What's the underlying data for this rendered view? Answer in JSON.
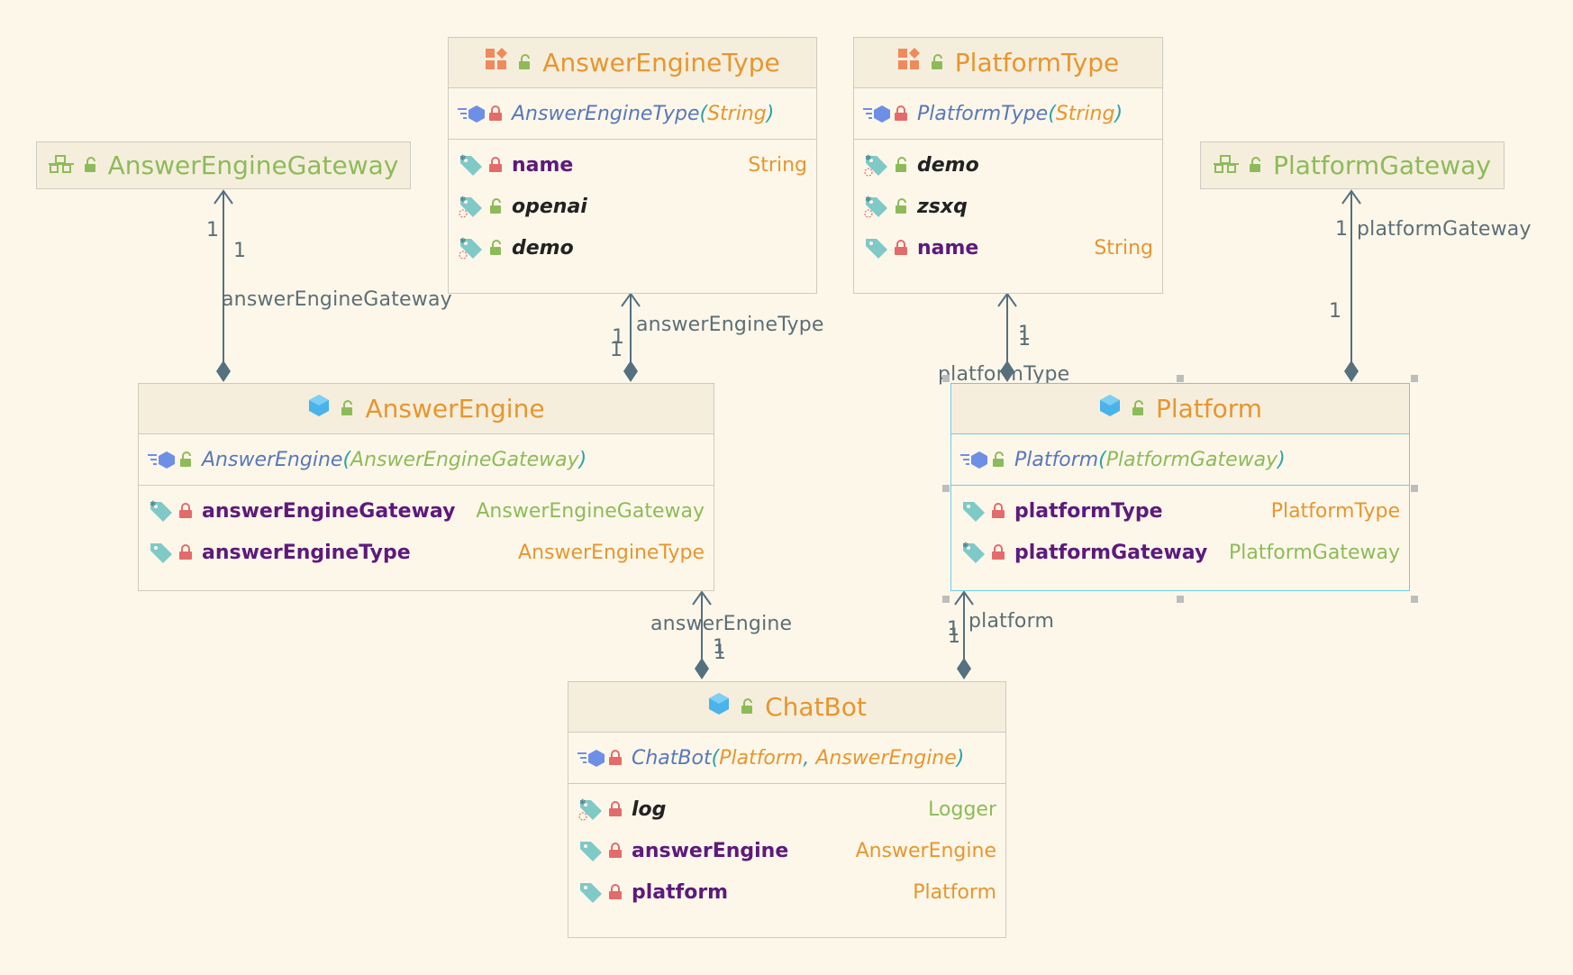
{
  "colors": {
    "background": "#fdf7ea",
    "header": "#f6eedd",
    "class_title": "#e6962f",
    "interface_title": "#8dbb59",
    "field_name": "#5d1a7a",
    "edge": "#55707e",
    "selection": "#6fcbe6"
  },
  "nodes": {
    "answerEngineGateway": {
      "title": "AnswerEngineGateway",
      "kind_icon": "interface-icon",
      "visibility_icon": "unlock-icon"
    },
    "platformGateway": {
      "title": "PlatformGateway",
      "kind_icon": "interface-icon",
      "visibility_icon": "unlock-icon"
    },
    "answerEngineType": {
      "title": "AnswerEngineType",
      "kind_icon": "enum-icon",
      "ctor": {
        "name": "AnswerEngineType",
        "params": [
          "String"
        ]
      },
      "fields": [
        {
          "name": "name",
          "type": "String",
          "static": false,
          "visibility": "private"
        },
        {
          "name": "openai",
          "type": "",
          "static": true,
          "visibility": "public"
        },
        {
          "name": "demo",
          "type": "",
          "static": true,
          "visibility": "public"
        }
      ]
    },
    "platformType": {
      "title": "PlatformType",
      "kind_icon": "enum-icon",
      "ctor": {
        "name": "PlatformType",
        "params": [
          "String"
        ]
      },
      "fields": [
        {
          "name": "demo",
          "type": "",
          "static": true,
          "visibility": "public"
        },
        {
          "name": "zsxq",
          "type": "",
          "static": true,
          "visibility": "public"
        },
        {
          "name": "name",
          "type": "String",
          "static": false,
          "visibility": "private"
        }
      ]
    },
    "answerEngine": {
      "title": "AnswerEngine",
      "kind_icon": "class-icon",
      "ctor": {
        "name": "AnswerEngine",
        "params": [
          "AnswerEngineGateway"
        ]
      },
      "fields": [
        {
          "name": "answerEngineGateway",
          "type": "AnswerEngineGateway",
          "static": false,
          "visibility": "private"
        },
        {
          "name": "answerEngineType",
          "type": "AnswerEngineType",
          "static": false,
          "visibility": "private"
        }
      ]
    },
    "platform": {
      "title": "Platform",
      "kind_icon": "class-icon",
      "ctor": {
        "name": "Platform",
        "params": [
          "PlatformGateway"
        ]
      },
      "fields": [
        {
          "name": "platformType",
          "type": "PlatformType",
          "static": false,
          "visibility": "private"
        },
        {
          "name": "platformGateway",
          "type": "PlatformGateway",
          "static": false,
          "visibility": "private"
        }
      ]
    },
    "chatBot": {
      "title": "ChatBot",
      "kind_icon": "class-icon",
      "ctor": {
        "name": "ChatBot",
        "params": [
          "Platform",
          "AnswerEngine"
        ]
      },
      "fields": [
        {
          "name": "log",
          "type": "Logger",
          "static": true,
          "visibility": "private"
        },
        {
          "name": "answerEngine",
          "type": "AnswerEngine",
          "static": false,
          "visibility": "private"
        },
        {
          "name": "platform",
          "type": "Platform",
          "static": false,
          "visibility": "private"
        }
      ]
    }
  },
  "edges": [
    {
      "from": "AnswerEngine",
      "to": "AnswerEngineGateway",
      "role": "answerEngineGateway",
      "source_mult": "1",
      "target_mult": "1"
    },
    {
      "from": "AnswerEngine",
      "to": "AnswerEngineType",
      "role": "answerEngineType",
      "source_mult": "1",
      "target_mult": "1"
    },
    {
      "from": "Platform",
      "to": "PlatformType",
      "role": "platformType",
      "source_mult": "1",
      "target_mult": "1"
    },
    {
      "from": "Platform",
      "to": "PlatformGateway",
      "role": "platformGateway",
      "source_mult": "1",
      "target_mult": "1"
    },
    {
      "from": "ChatBot",
      "to": "AnswerEngine",
      "role": "answerEngine",
      "source_mult": "1",
      "target_mult": "1"
    },
    {
      "from": "ChatBot",
      "to": "Platform",
      "role": "platform",
      "source_mult": "1",
      "target_mult": "1"
    }
  ]
}
